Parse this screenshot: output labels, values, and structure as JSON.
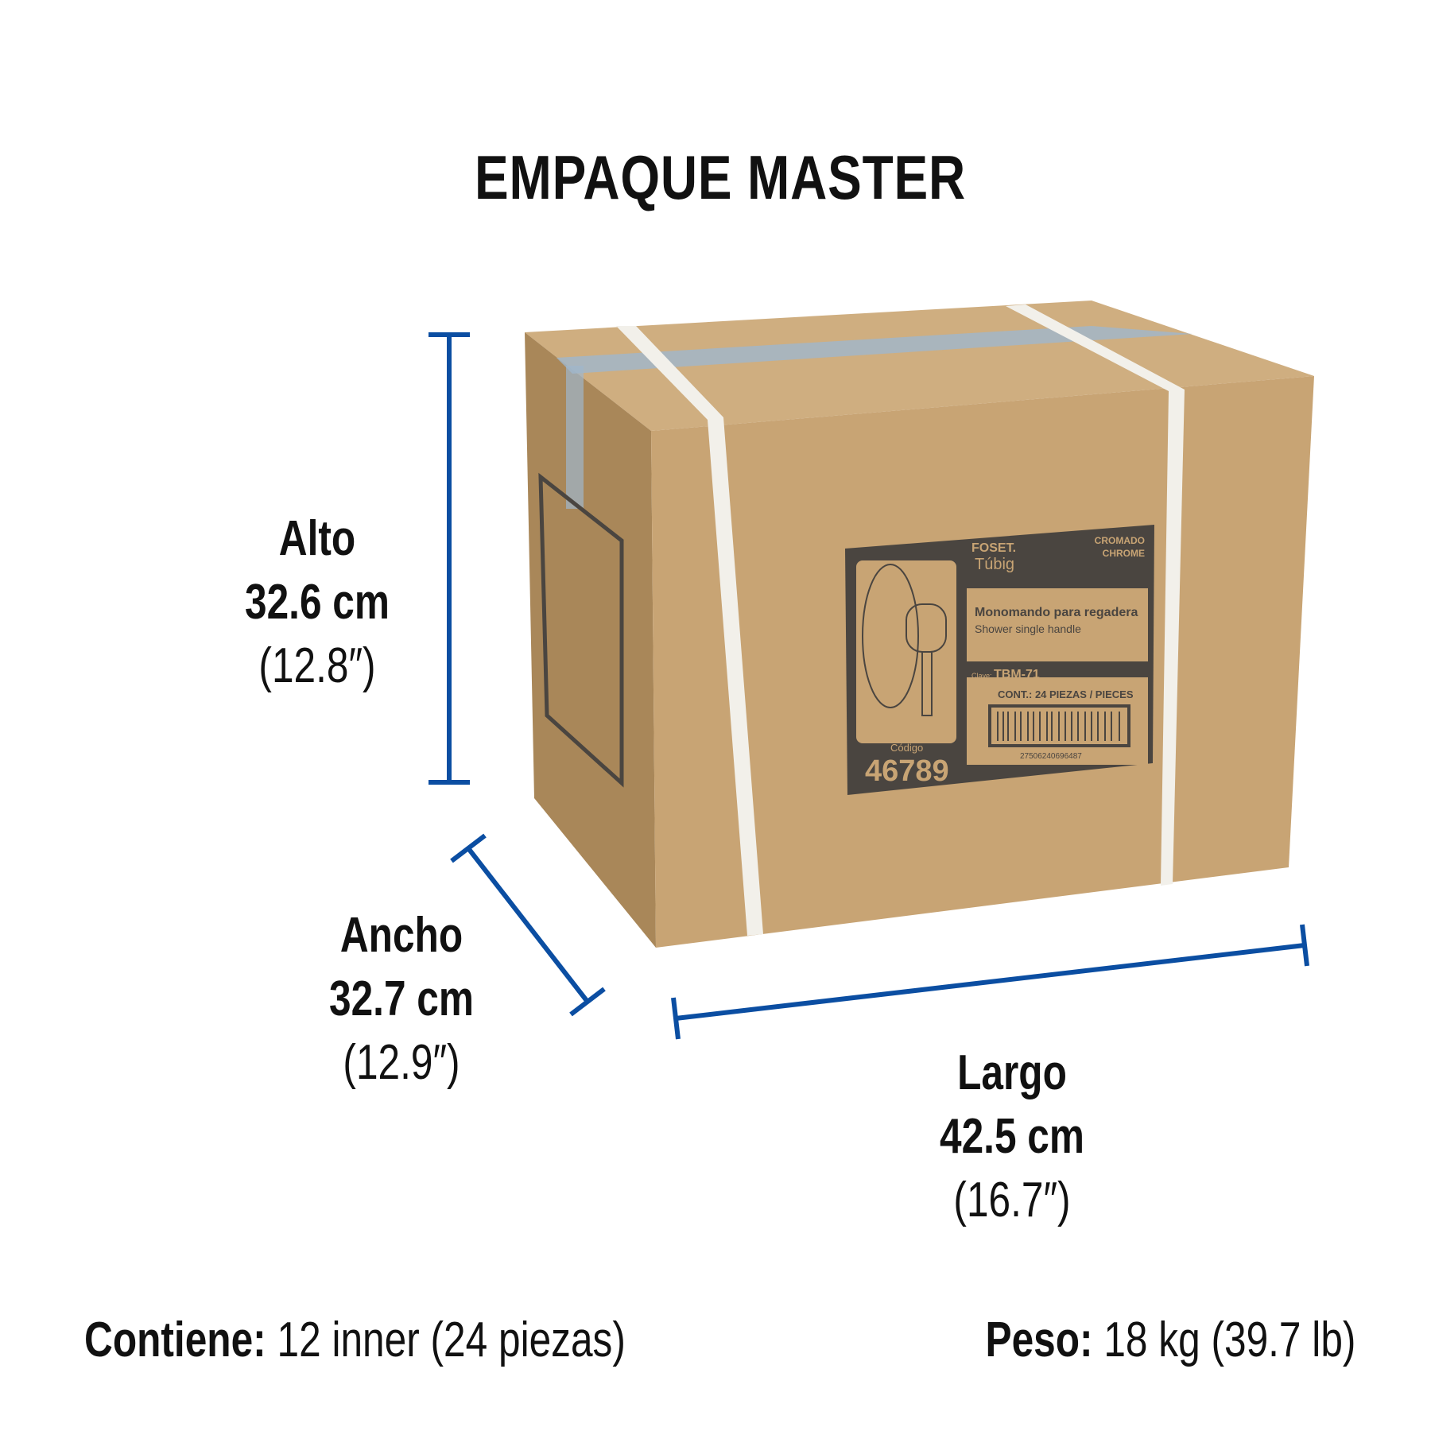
{
  "title": "EMPAQUE MASTER",
  "dimensions": {
    "alto": {
      "label": "Alto",
      "metric": "32.6 cm",
      "imperial": "(12.8″)"
    },
    "ancho": {
      "label": "Ancho",
      "metric": "32.7 cm",
      "imperial": "(12.9″)"
    },
    "largo": {
      "label": "Largo",
      "metric": "42.5 cm",
      "imperial": "(16.7″)"
    }
  },
  "footer": {
    "contents_label": "Contiene:",
    "contents_value": "12 inner (24 piezas)",
    "weight_label": "Peso:",
    "weight_value": "18 kg (39.7 lb)"
  },
  "box_label": {
    "brand": "FOSET.",
    "line": "Túbig",
    "finish_es": "CROMADO",
    "finish_en": "CHROME",
    "product_es": "Monomando para regadera",
    "product_en": "Shower single handle",
    "clave_label": "Clave:",
    "clave": "TBM-71",
    "contents": "CONT.: 24 PIEZAS / PIECES",
    "barcode": "27506240696487",
    "codigo_label": "Código",
    "codigo": "46789"
  },
  "colors": {
    "dimension_line": "#0b4ea2",
    "cardboard": "#c9a77a",
    "label_ink": "#4a4540"
  }
}
